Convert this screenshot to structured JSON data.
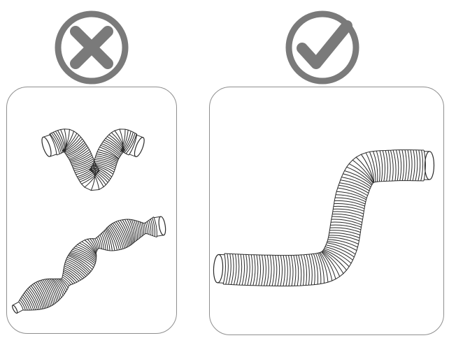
{
  "theme": {
    "icon_gray": "#7a7a7a",
    "panel_border": "#8f8f8f",
    "line_color": "#2a2a2a",
    "background": "#ffffff"
  },
  "comparison": {
    "bad": {
      "status_icon": "cross-circle-icon",
      "illustrations": [
        "hose-u-bend-illustration",
        "hose-twisted-illustration"
      ]
    },
    "good": {
      "status_icon": "check-circle-icon",
      "illustrations": [
        "hose-s-curve-illustration"
      ]
    }
  }
}
